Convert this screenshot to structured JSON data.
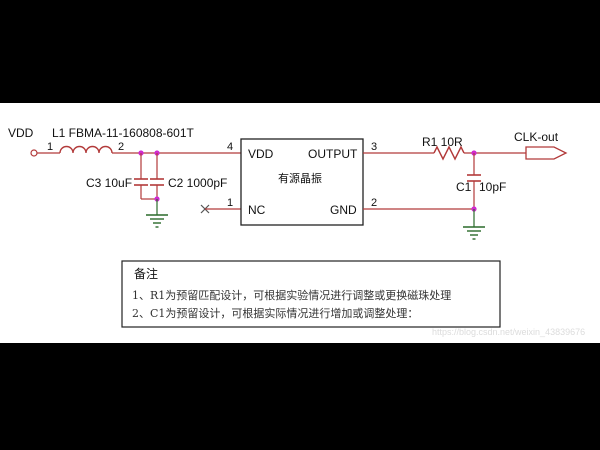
{
  "diagram": {
    "labels": {
      "vdd_net": "VDD",
      "inductor": "L1  FBMA-11-160808-601T",
      "inductor_pin1": "1",
      "inductor_pin2": "2",
      "c3": "C3 10uF",
      "c2": "C2 1000pF",
      "ic_pin_vdd_num": "4",
      "ic_pin_nc_num": "1",
      "ic_pin_output_num": "3",
      "ic_pin_gnd_num": "2",
      "ic_vdd": "VDD",
      "ic_nc": "NC",
      "ic_output": "OUTPUT",
      "ic_gnd": "GND",
      "ic_name": "有源晶振",
      "r1": "R1  10R",
      "c1": "C1",
      "c1_value": "10pF",
      "clk_out": "CLK-out"
    },
    "colors": {
      "wire": "#b23a3a",
      "component": "#b23a3a",
      "junction": "#d02ad0",
      "ground": "#2a6a2a",
      "outline": "#222222"
    }
  },
  "notes": {
    "title": "备注",
    "line1": "1、R1为预留匹配设计，可根据实验情况进行调整或更换磁珠处理",
    "line2": "2、C1为预留设计，可根据实际情况进行增加或调整处理："
  },
  "watermark": "https://blog.csdn.net/weixin_43839676"
}
